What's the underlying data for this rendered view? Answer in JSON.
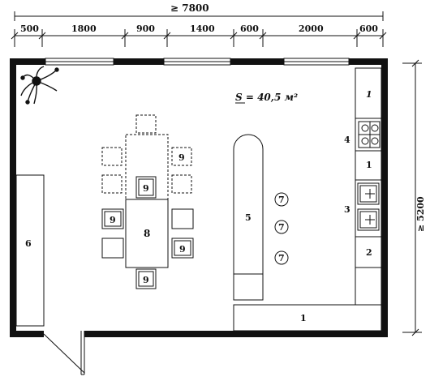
{
  "dimensions": {
    "total_width": "≥ 7800",
    "segments": [
      "500",
      "1800",
      "900",
      "1400",
      "600",
      "2000",
      "600"
    ],
    "side_height": "≥ 5200"
  },
  "area_label": "S = 40,5 м²",
  "labels": {
    "counter_top": "1",
    "cooktop_mark": "4",
    "counter_mid": "1",
    "sink_mark": "3",
    "dishwasher": "2",
    "counter_bottom": "1",
    "island": "5",
    "left_cabinet": "6",
    "table": "8",
    "chair": "9",
    "stool": "7"
  }
}
